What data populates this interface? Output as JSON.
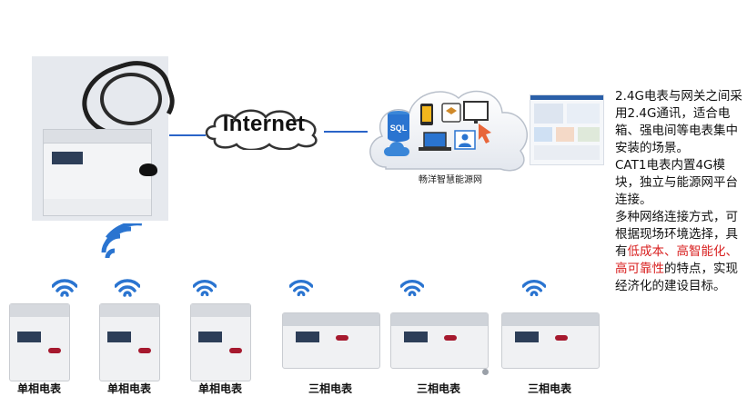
{
  "internet_label": "Internet",
  "platform": {
    "label": "畅洋智慧能源网",
    "sql_label": "SQL"
  },
  "description": {
    "p1": "2.4G电表与网关之间采用2.4G通讯，适合电箱、强电间等电表集中安装的场景。",
    "p2": "CAT1电表内置4G模块，独立与能源网平台连接。",
    "p3_before": "多种网络连接方式，可根据现场环境选择，具有",
    "p3_red": "低成本、高智能化、高可靠性",
    "p3_after": "的特点，实现经济化的建设目标。"
  },
  "meters": [
    {
      "label": "单相电表",
      "type": "single-phase"
    },
    {
      "label": "单相电表",
      "type": "single-phase"
    },
    {
      "label": "单相电表",
      "type": "single-phase"
    },
    {
      "label": "三相电表",
      "type": "three-phase"
    },
    {
      "label": "三相电表",
      "type": "three-phase"
    },
    {
      "label": "三相电表",
      "type": "three-phase"
    }
  ],
  "colors": {
    "line": "#2a64c8",
    "wifi": "#2a74d0",
    "cloud_stroke": "#333333",
    "accent_red": "#d81e1e"
  },
  "icons": [
    "wifi-icon",
    "database-icon",
    "phone-icon",
    "box-icon",
    "monitor-icon",
    "laptop-icon",
    "user-card-icon",
    "pointer-hand-icon",
    "cloud-icon"
  ]
}
